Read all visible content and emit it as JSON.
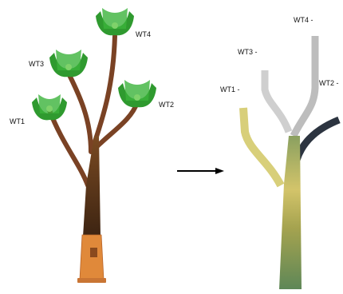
{
  "left_tree": {
    "labels": {
      "wt1": "WT1",
      "wt2": "WT2",
      "wt3": "WT3",
      "wt4": "WT4"
    },
    "colors": {
      "trunk": "#6b3f1c",
      "branch": "#8a4a2a",
      "base": "#e08a3c",
      "turbine": "#2f9a2f",
      "hub": "#7fd26a"
    }
  },
  "right_tree": {
    "labels": {
      "wt1": "WT1 -",
      "wt2": "WT2 -",
      "wt3": "WT3 -",
      "wt4": "WT4 -"
    },
    "colors": {
      "wt1_branch": "#d8cf7a",
      "wt2_branch": "#2c3440",
      "wt3_branch": "#cfcfcf",
      "wt4_branch": "#bdbdbd",
      "trunk_upper": "#c9bd5a",
      "trunk_lower": "#5f8a57"
    }
  },
  "arrow": {
    "icon": "right-arrow-icon",
    "color": "#000000"
  }
}
